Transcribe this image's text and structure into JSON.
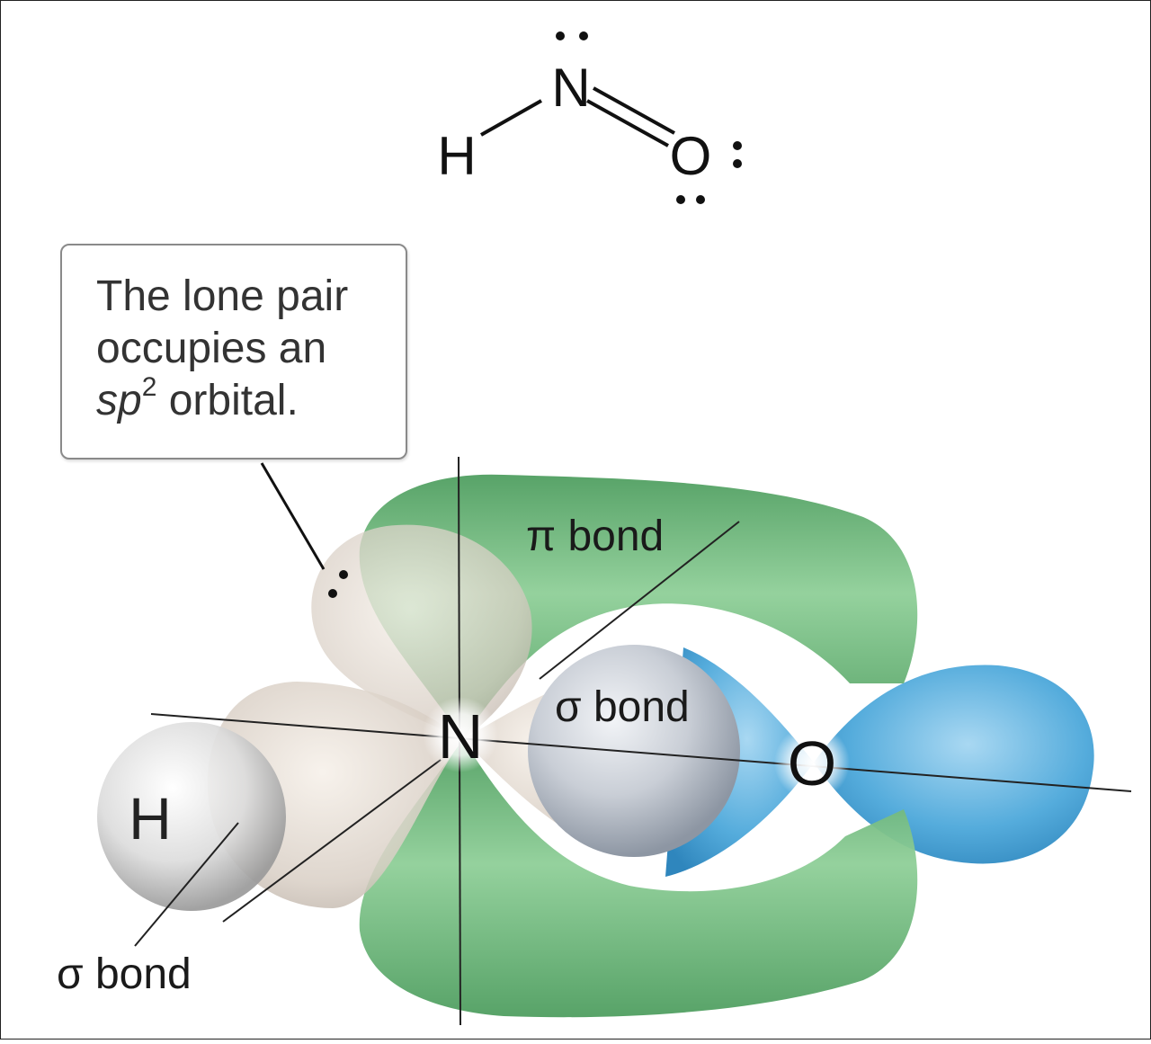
{
  "lewis_structure": {
    "atoms": {
      "h": "H",
      "n": "N",
      "o": "O"
    }
  },
  "callout": {
    "line1": "The lone pair",
    "line2": "occupies an",
    "sp_italic": "sp",
    "superscript": "2",
    "line3_rest": " orbital."
  },
  "orbital_diagram": {
    "atom_labels": {
      "h": "H",
      "n": "N",
      "o": "O"
    },
    "bond_labels": {
      "pi_bond": "π bond",
      "sigma_bond_no": "σ bond",
      "sigma_bond_nh": "σ bond"
    },
    "colors": {
      "pi_orbital": "#5fae6e",
      "o_orbital": "#4fa7d8",
      "n_sp2_orbital": "#d9cfc6",
      "h_s_orbital": "#d6d6d6",
      "sigma_overlap": "#c5cbd2"
    }
  }
}
